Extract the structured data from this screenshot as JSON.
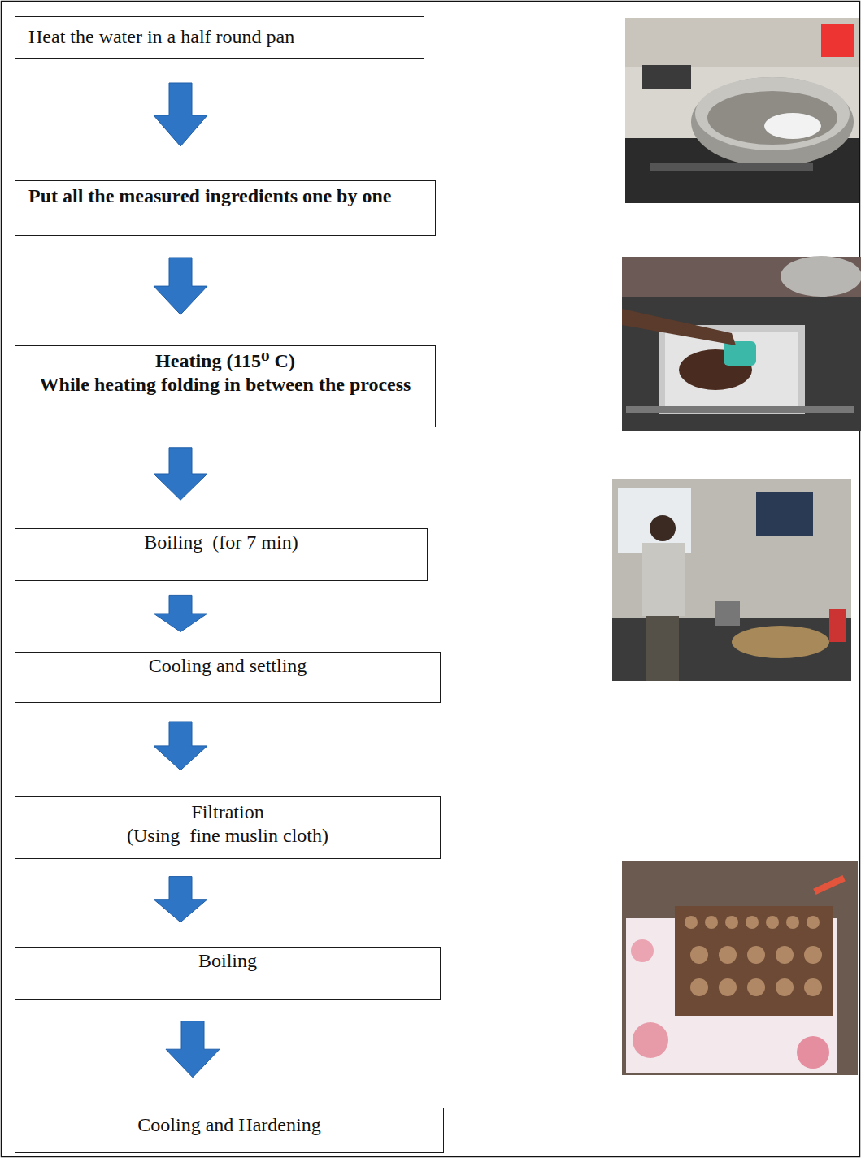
{
  "diagram": {
    "nodes": [
      {
        "text": [
          "Heat the water in a half round pan"
        ]
      },
      {
        "text": [
          "Put all the measured ingredients one by one"
        ]
      },
      {
        "text": [
          "Heating (115⁰ C)",
          "While heating folding in between the process"
        ]
      },
      {
        "text": [
          "Boiling  (for 7 min)"
        ]
      },
      {
        "text": [
          "Cooling and settling"
        ]
      },
      {
        "text": [
          "Filtration",
          "(Using  fine muslin cloth)"
        ]
      },
      {
        "text": [
          "Boiling"
        ]
      },
      {
        "text": [
          "Cooling and Hardening"
        ]
      }
    ],
    "edges": [
      {
        "from": 0,
        "to": 1,
        "arrow": "to"
      },
      {
        "from": 1,
        "to": 2,
        "arrow": "to"
      },
      {
        "from": 2,
        "to": 3,
        "arrow": "to"
      },
      {
        "from": 3,
        "to": 4,
        "arrow": "to"
      },
      {
        "from": 4,
        "to": 5,
        "arrow": "to"
      },
      {
        "from": 5,
        "to": 6,
        "arrow": "to"
      },
      {
        "from": 6,
        "to": 7,
        "arrow": "to"
      }
    ]
  }
}
